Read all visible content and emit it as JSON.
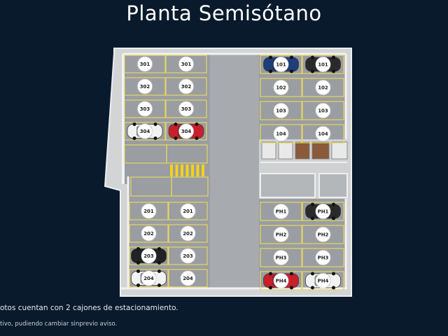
{
  "title": "Planta Semisótano",
  "spots": {
    "left_top": [
      "301",
      "301",
      "302",
      "302",
      "303",
      "303",
      "304",
      "304"
    ],
    "left_bottom": [
      "201",
      "201",
      "202",
      "202",
      "203",
      "203",
      "204",
      "204"
    ],
    "right_top": [
      "101",
      "101",
      "102",
      "102",
      "103",
      "103",
      "104",
      "104"
    ],
    "right_bottom": [
      "PH1",
      "PH1",
      "PH2",
      "PH2",
      "PH3",
      "PH3",
      "PH4",
      "PH4"
    ]
  },
  "cars": [
    {
      "spot": "304 (left)",
      "color": "#f2f2f2"
    },
    {
      "spot": "304 (right)",
      "color": "#c8202a"
    },
    {
      "spot": "203 (left)",
      "color": "#222222"
    },
    {
      "spot": "204 (left)",
      "color": "#f2f2f2"
    },
    {
      "spot": "101 (left)",
      "color": "#1f3e78"
    },
    {
      "spot": "101 (right)",
      "color": "#2a2a2a"
    },
    {
      "spot": "PH1 (right)",
      "color": "#2a2a2a"
    },
    {
      "spot": "PH4 (left)",
      "color": "#c8202a"
    },
    {
      "spot": "PH4 (right)",
      "color": "#f2f2f2"
    }
  ],
  "footnotes": {
    "line1": "otos cuentan con 2 cajones de estacionamiento.",
    "line2": "tivo, pudiendo cambiar sinprevio aviso."
  }
}
